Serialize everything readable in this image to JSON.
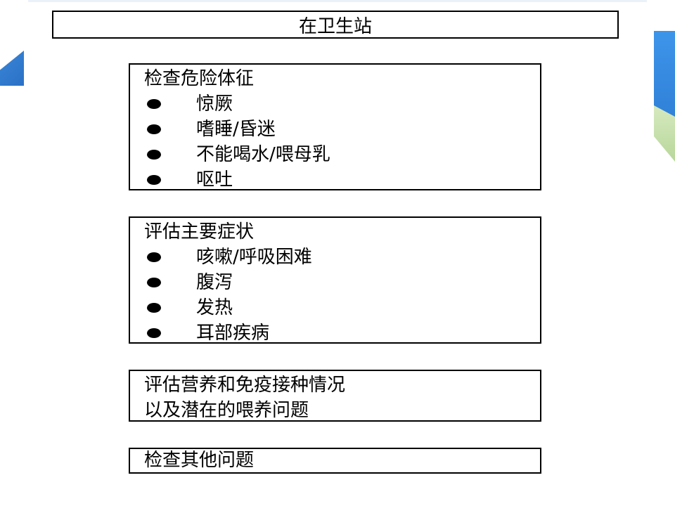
{
  "title": "在卫生站",
  "panels": [
    {
      "heading": "检查危险体征",
      "items": [
        "惊厥",
        "嗜睡/昏迷",
        "不能喝水/喂母乳",
        "呕吐"
      ]
    },
    {
      "heading": "评估主要症状",
      "items": [
        "咳嗽/呼吸困难",
        "腹泻",
        "发热",
        "耳部疾病"
      ]
    }
  ],
  "panel3": {
    "line1": "评估营养和免疫接种情况",
    "line2": "以及潜在的喂养问题"
  },
  "panel4": {
    "text": "检查其他问题"
  }
}
